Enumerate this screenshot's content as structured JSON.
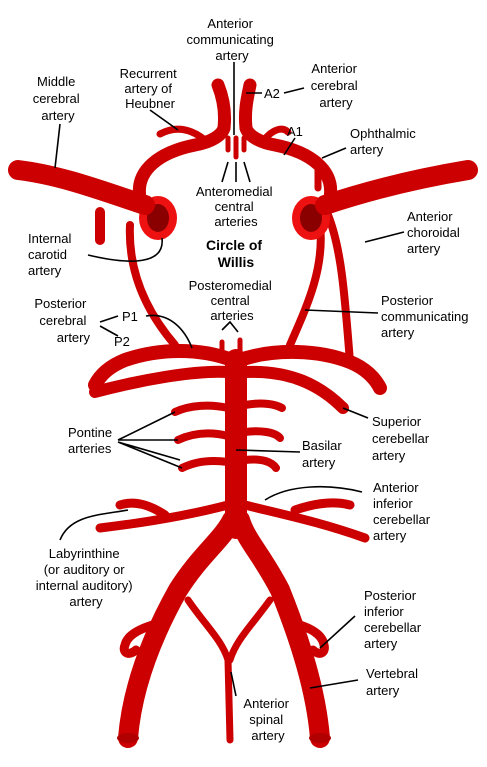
{
  "colors": {
    "artery": "#ee1111",
    "artery_edge": "#b00000",
    "cerebral_green": "#1a8a1a",
    "cerebellar_purple": "#800080",
    "text": "#000000"
  },
  "center_title": {
    "line1": "Circle of",
    "line2": "Willis"
  },
  "labels": {
    "anterior_communicating": [
      "Anterior",
      "communicating",
      "artery"
    ],
    "anterior_cerebral": [
      "Anterior",
      "cerebral",
      "artery"
    ],
    "a2": "A2",
    "a1": "A1",
    "middle_cerebral": [
      "Middle",
      "cerebral",
      "artery"
    ],
    "recurrent_heubner": [
      "Recurrent",
      "artery of",
      "Heubner"
    ],
    "ophthalmic": [
      "Ophthalmic",
      "artery"
    ],
    "anteromedial_central": [
      "Anteromedial",
      "central",
      "arteries"
    ],
    "internal_carotid": [
      "Internal",
      "carotid",
      "artery"
    ],
    "anterior_choroidal": [
      "Anterior",
      "choroidal",
      "artery"
    ],
    "posteromedial_central": [
      "Posteromedial",
      "central",
      "arteries"
    ],
    "posterior_cerebral": [
      "Posterior",
      "cerebral",
      "artery"
    ],
    "p1": "P1",
    "p2": "P2",
    "posterior_communicating": [
      "Posterior",
      "communicating",
      "artery"
    ],
    "superior_cerebellar": [
      "Superior",
      "cerebellar",
      "artery"
    ],
    "pontine": [
      "Pontine",
      "arteries"
    ],
    "basilar": [
      "Basilar",
      "artery"
    ],
    "anterior_inferior_cerebellar": [
      "Anterior",
      "inferior",
      "cerebellar",
      "artery"
    ],
    "labyrinthine": [
      "Labyrinthine",
      "(or auditory or",
      "internal auditory)",
      "artery"
    ],
    "posterior_inferior_cerebellar": [
      "Posterior",
      "inferior",
      "cerebellar",
      "artery"
    ],
    "vertebral": [
      "Vertebral",
      "artery"
    ],
    "anterior_spinal": [
      "Anterior",
      "spinal",
      "artery"
    ]
  }
}
